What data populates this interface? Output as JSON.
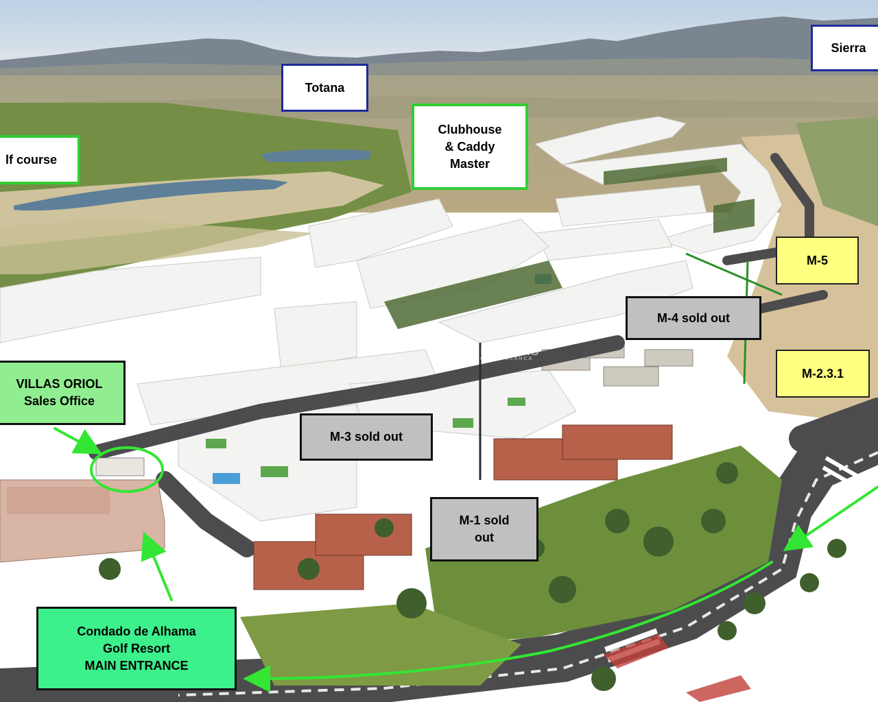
{
  "labels": {
    "sierra": "Sierra",
    "totana": "Totana",
    "golf_course": "lf course",
    "clubhouse": "Clubhouse\n& Caddy\nMaster",
    "m5": "M-5",
    "m4": "M-4 sold out",
    "m231": "M-2.3.1",
    "villas_oriol": "VILLAS ORIOL\nSales Office",
    "m3": "M-3 sold out",
    "m1": "M-1 sold\nout",
    "main_entrance": "Condado de Alhama\nGolf Resort\nMAIN ENTRANCE"
  },
  "watermark": {
    "main": "PROMOTIONS",
    "sub": "COSTA BLANCA"
  },
  "colors": {
    "sky": "#c9d6e3",
    "mountains": "#6e7a86",
    "fields": "#a9a27a",
    "golf_green": "#6f8f3d",
    "lake": "#5b7f9c",
    "road": "#4a4a4c",
    "building": "#f2f2f0",
    "brick": "#b5533f",
    "arrow": "#33e633",
    "label_yellow": "#ffff80",
    "label_grey": "#c0c0c0",
    "label_green": "#90ee90",
    "label_green_bright": "#3cf08c"
  }
}
